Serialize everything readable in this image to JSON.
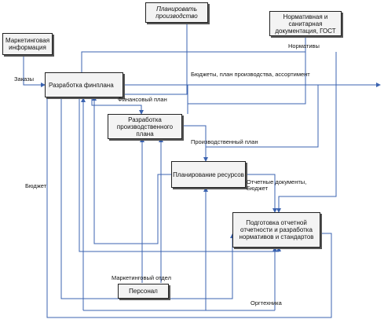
{
  "title_box": "Планировать производство",
  "boxes": {
    "external_norms": "Нормативная и санитарная документация, ГОСТ",
    "marketing_info": "Маркетинговая информация",
    "finplan_dev": "Разработка финплана",
    "prodplan_dev": "Разработка производственного плана",
    "resource_plan": "Планирование ресурсов",
    "reporting": "Подготовка отчетной отчетности и разработка нормативов и стандартов",
    "personnel": "Персонал"
  },
  "labels": {
    "normatives": "Нормативы",
    "orders": "Заказы",
    "budgets_out": "Бюджеты, план производства, ассортимент",
    "fin_plan": "Финансовый план",
    "prod_plan": "Производственный план",
    "report_docs": "Отчетные документы, Бюджет",
    "budget": "Бюджет",
    "marketing_dept": "Маркетинговый отдел",
    "office_equipment": "Оргтехника"
  },
  "colors": {
    "arrow": "#3b63b0",
    "box_border": "#222222"
  }
}
